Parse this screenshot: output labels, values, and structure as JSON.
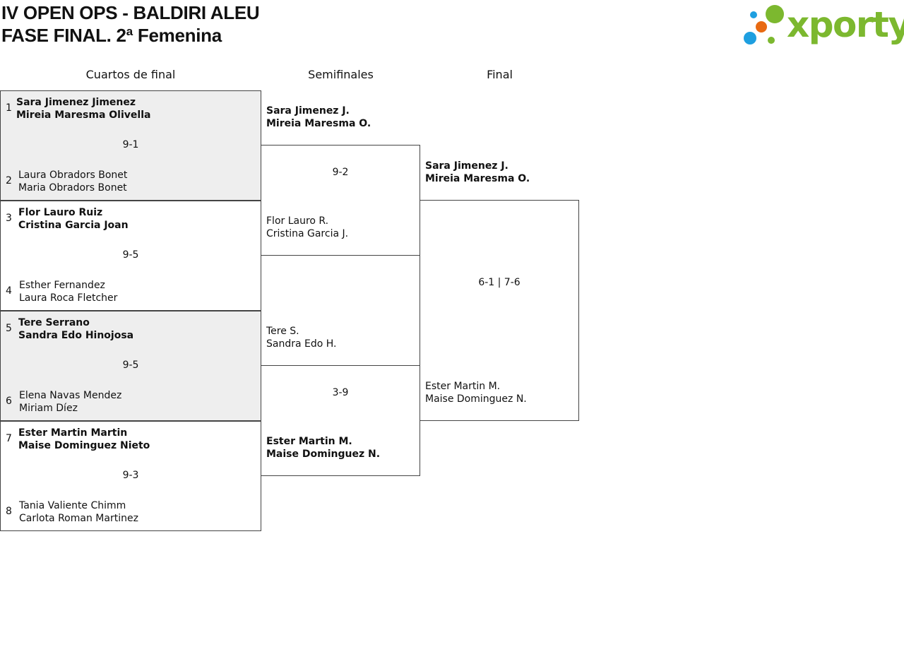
{
  "title": {
    "line1": "IV OPEN OPS - BALDIRI ALEU",
    "line2": "FASE FINAL. 2ª Femenina"
  },
  "logo": {
    "text": "xporty",
    "colors": {
      "green": "#7cb82f",
      "blue": "#1e9fe0",
      "orange": "#e86a12"
    }
  },
  "rounds": {
    "quarterfinals": "Cuartos de final",
    "semifinals": "Semifinales",
    "final": "Final"
  },
  "quarterfinals": [
    {
      "score": "9-1",
      "top": {
        "seed": "1",
        "p1": "Sara Jimenez Jimenez",
        "p2": "Mireia Maresma Olivella",
        "winner": true
      },
      "bottom": {
        "seed": "2",
        "p1": "Laura Obradors Bonet",
        "p2": "Maria Obradors Bonet",
        "winner": false
      }
    },
    {
      "score": "9-5",
      "top": {
        "seed": "3",
        "p1": "Flor Lauro Ruiz",
        "p2": "Cristina Garcia Joan",
        "winner": true
      },
      "bottom": {
        "seed": "4",
        "p1": "Esther Fernandez",
        "p2": "Laura Roca Fletcher",
        "winner": false
      }
    },
    {
      "score": "9-5",
      "top": {
        "seed": "5",
        "p1": "Tere Serrano",
        "p2": "Sandra Edo Hinojosa",
        "winner": true
      },
      "bottom": {
        "seed": "6",
        "p1": "Elena Navas Mendez",
        "p2": "Miriam Díez",
        "winner": false
      }
    },
    {
      "score": "9-3",
      "top": {
        "seed": "7",
        "p1": "Ester Martin Martin",
        "p2": "Maise Dominguez Nieto",
        "winner": true
      },
      "bottom": {
        "seed": "8",
        "p1": "Tania Valiente Chimm",
        "p2": "Carlota Roman Martinez",
        "winner": false
      }
    }
  ],
  "semifinals": [
    {
      "score": "9-2",
      "top": {
        "p1": "Sara Jimenez J.",
        "p2": "Mireia Maresma O.",
        "winner": true
      },
      "bottom": {
        "p1": "Flor Lauro R.",
        "p2": "Cristina Garcia J.",
        "winner": false
      }
    },
    {
      "score": "3-9",
      "top": {
        "p1": "Tere S.",
        "p2": "Sandra Edo H.",
        "winner": false
      },
      "bottom": {
        "p1": "Ester Martin M.",
        "p2": "Maise Dominguez N.",
        "winner": true
      }
    }
  ],
  "final": {
    "score": "6-1 | 7-6",
    "top": {
      "p1": "Sara Jimenez J.",
      "p2": "Mireia Maresma O.",
      "winner": true
    },
    "bottom": {
      "p1": "Ester Martin M.",
      "p2": "Maise Dominguez N.",
      "winner": false
    }
  }
}
